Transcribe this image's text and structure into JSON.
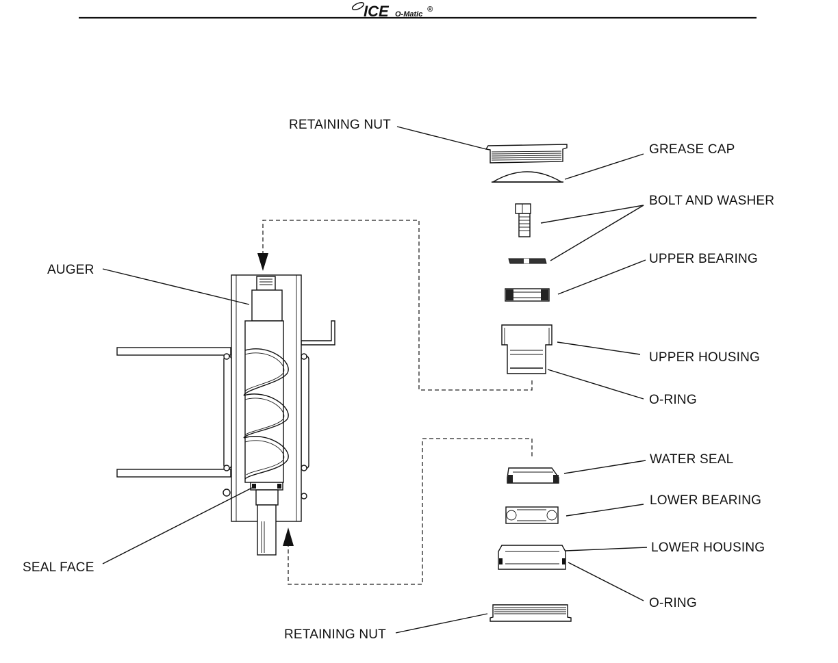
{
  "header": {
    "logo_main": "ICE",
    "logo_sub": "O-Matic",
    "logo_mark": "®"
  },
  "labels": {
    "retaining_nut_top": "RETAINING NUT",
    "grease_cap": "GREASE CAP",
    "bolt_and_washer": "BOLT AND WASHER",
    "upper_bearing": "UPPER BEARING",
    "upper_housing": "UPPER HOUSING",
    "o_ring_upper": "O-RING",
    "water_seal": "WATER SEAL",
    "lower_bearing": "LOWER BEARING",
    "lower_housing": "LOWER HOUSING",
    "o_ring_lower": "O-RING",
    "retaining_nut_bottom": "RETAINING NUT",
    "auger": "AUGER",
    "seal_face": "SEAL FACE"
  }
}
